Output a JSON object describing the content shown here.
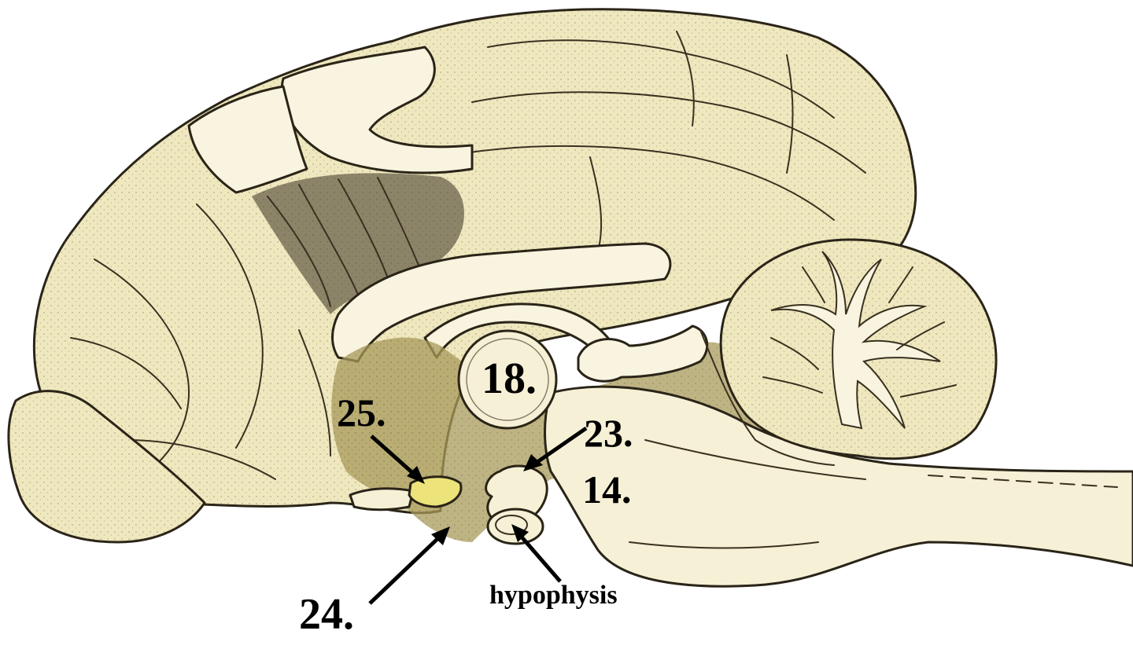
{
  "labels": {
    "l18": "18.",
    "l25": "25.",
    "l23": "23.",
    "l14": "14.",
    "l24": "24.",
    "hypophysis": "hypophysis"
  },
  "colors": {
    "tissue": "#efe8bf",
    "tissue_dark": "#e4dba9",
    "white_matter": "#f8f4df",
    "brainstem_shadow": "#8c7f45",
    "optic_highlight": "#ece47a",
    "outline": "#2a2418",
    "label": "#000000"
  }
}
